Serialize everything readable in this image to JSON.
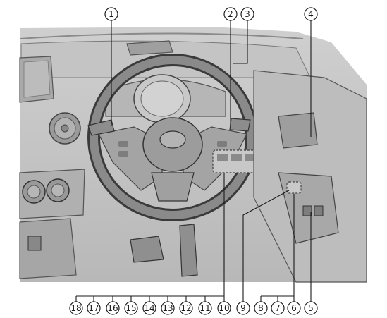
{
  "figure": {
    "callouts_top": [
      "1",
      "2",
      "3",
      "4"
    ],
    "callouts_bottom": [
      "18",
      "17",
      "16",
      "15",
      "14",
      "13",
      "12",
      "11",
      "10",
      "9",
      "8",
      "7",
      "6",
      "5"
    ]
  }
}
